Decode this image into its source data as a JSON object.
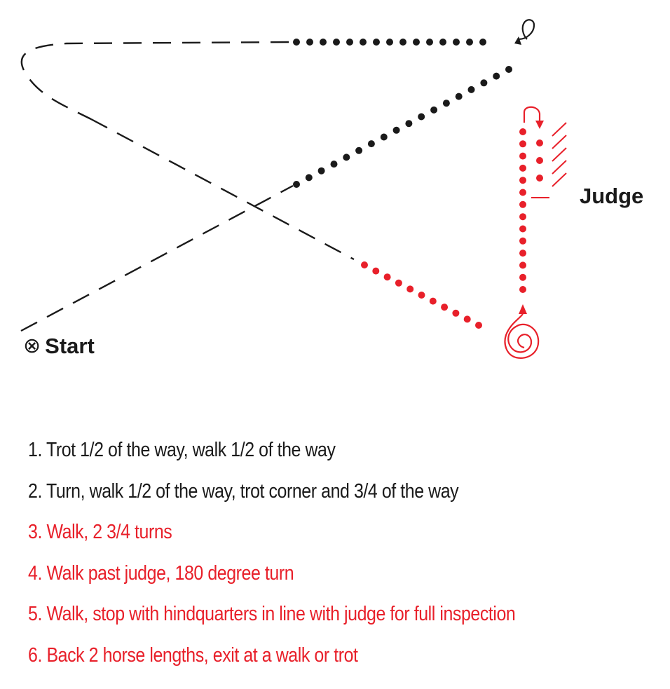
{
  "diagram": {
    "start_label": "Start",
    "start_symbol": "⊗",
    "judge_label": "Judge",
    "colors": {
      "black_path": "#1a1a1a",
      "red_path": "#e8202a"
    },
    "icons": [
      "start-marker-icon",
      "spiral-turn-icon",
      "loop-turn-icon",
      "judge-hatch-icon"
    ]
  },
  "instructions": [
    {
      "text": "1. Trot 1/2 of the way, walk 1/2 of the way",
      "color": "#1a1a1a"
    },
    {
      "text": "2. Turn, walk 1/2 of the way, trot corner and 3/4 of the way",
      "color": "#1a1a1a"
    },
    {
      "text": "3. Walk, 2 3/4 turns",
      "color": "#e8202a"
    },
    {
      "text": "4. Walk past judge, 180 degree turn",
      "color": "#e8202a"
    },
    {
      "text": "5. Walk, stop with hindquarters in line with judge for full inspection",
      "color": "#e8202a"
    },
    {
      "text": "6. Back 2 horse lengths, exit at a walk or trot",
      "color": "#e8202a"
    }
  ]
}
